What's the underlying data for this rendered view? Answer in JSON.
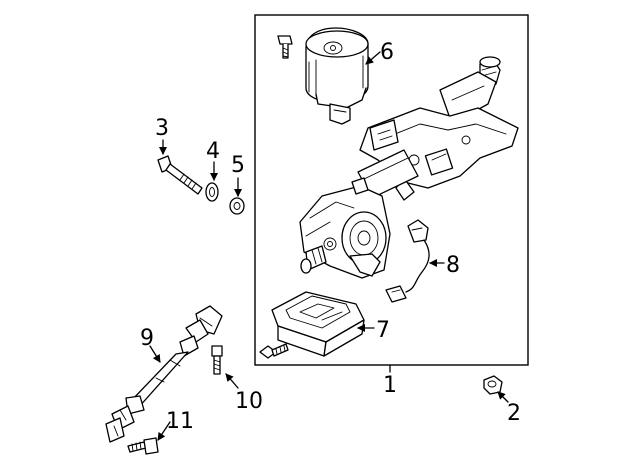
{
  "callouts": {
    "c1": "1",
    "c2": "2",
    "c3": "3",
    "c4": "4",
    "c5": "5",
    "c6": "6",
    "c7": "7",
    "c8": "8",
    "c9": "9",
    "c10": "10",
    "c11": "11"
  }
}
